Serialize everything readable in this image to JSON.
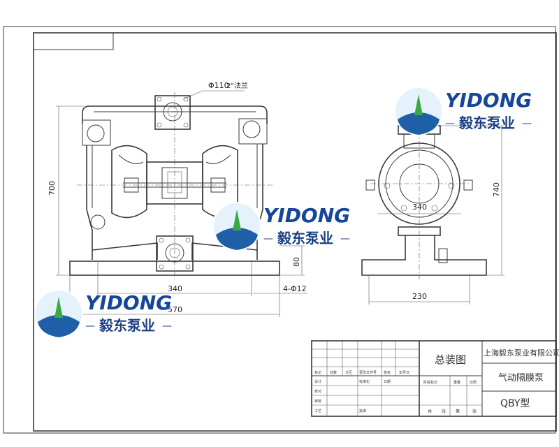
{
  "drawing": {
    "dimensions": {
      "flange": "Φ110",
      "flange_note": "2\"法兰",
      "height_left": "700",
      "bolt_height": "80",
      "holes": "4-Φ12",
      "width_inner": "340",
      "width_outer": "570",
      "height_right": "740",
      "width_side_inner": "340",
      "width_side_base": "230"
    }
  },
  "logos": {
    "en": "YIDONG",
    "en_i": "I",
    "cn": "毅东泵业",
    "dash": "—"
  },
  "title_block": {
    "title": "总装图",
    "company": "上海毅东泵业有限公司",
    "product": "气动隔膜泵",
    "model": "QBY型",
    "row_labels": [
      "标记",
      "处数",
      "分区",
      "更改文件号",
      "签名",
      "年月日"
    ],
    "left_labels": [
      "设计",
      "校对",
      "审核",
      "工艺",
      "标准化",
      "批准"
    ],
    "col_labels": [
      "阶段标记",
      "重量",
      "比例"
    ],
    "bottom_labels": [
      "共",
      "张",
      "第",
      "张"
    ],
    "date_label": "日期"
  }
}
